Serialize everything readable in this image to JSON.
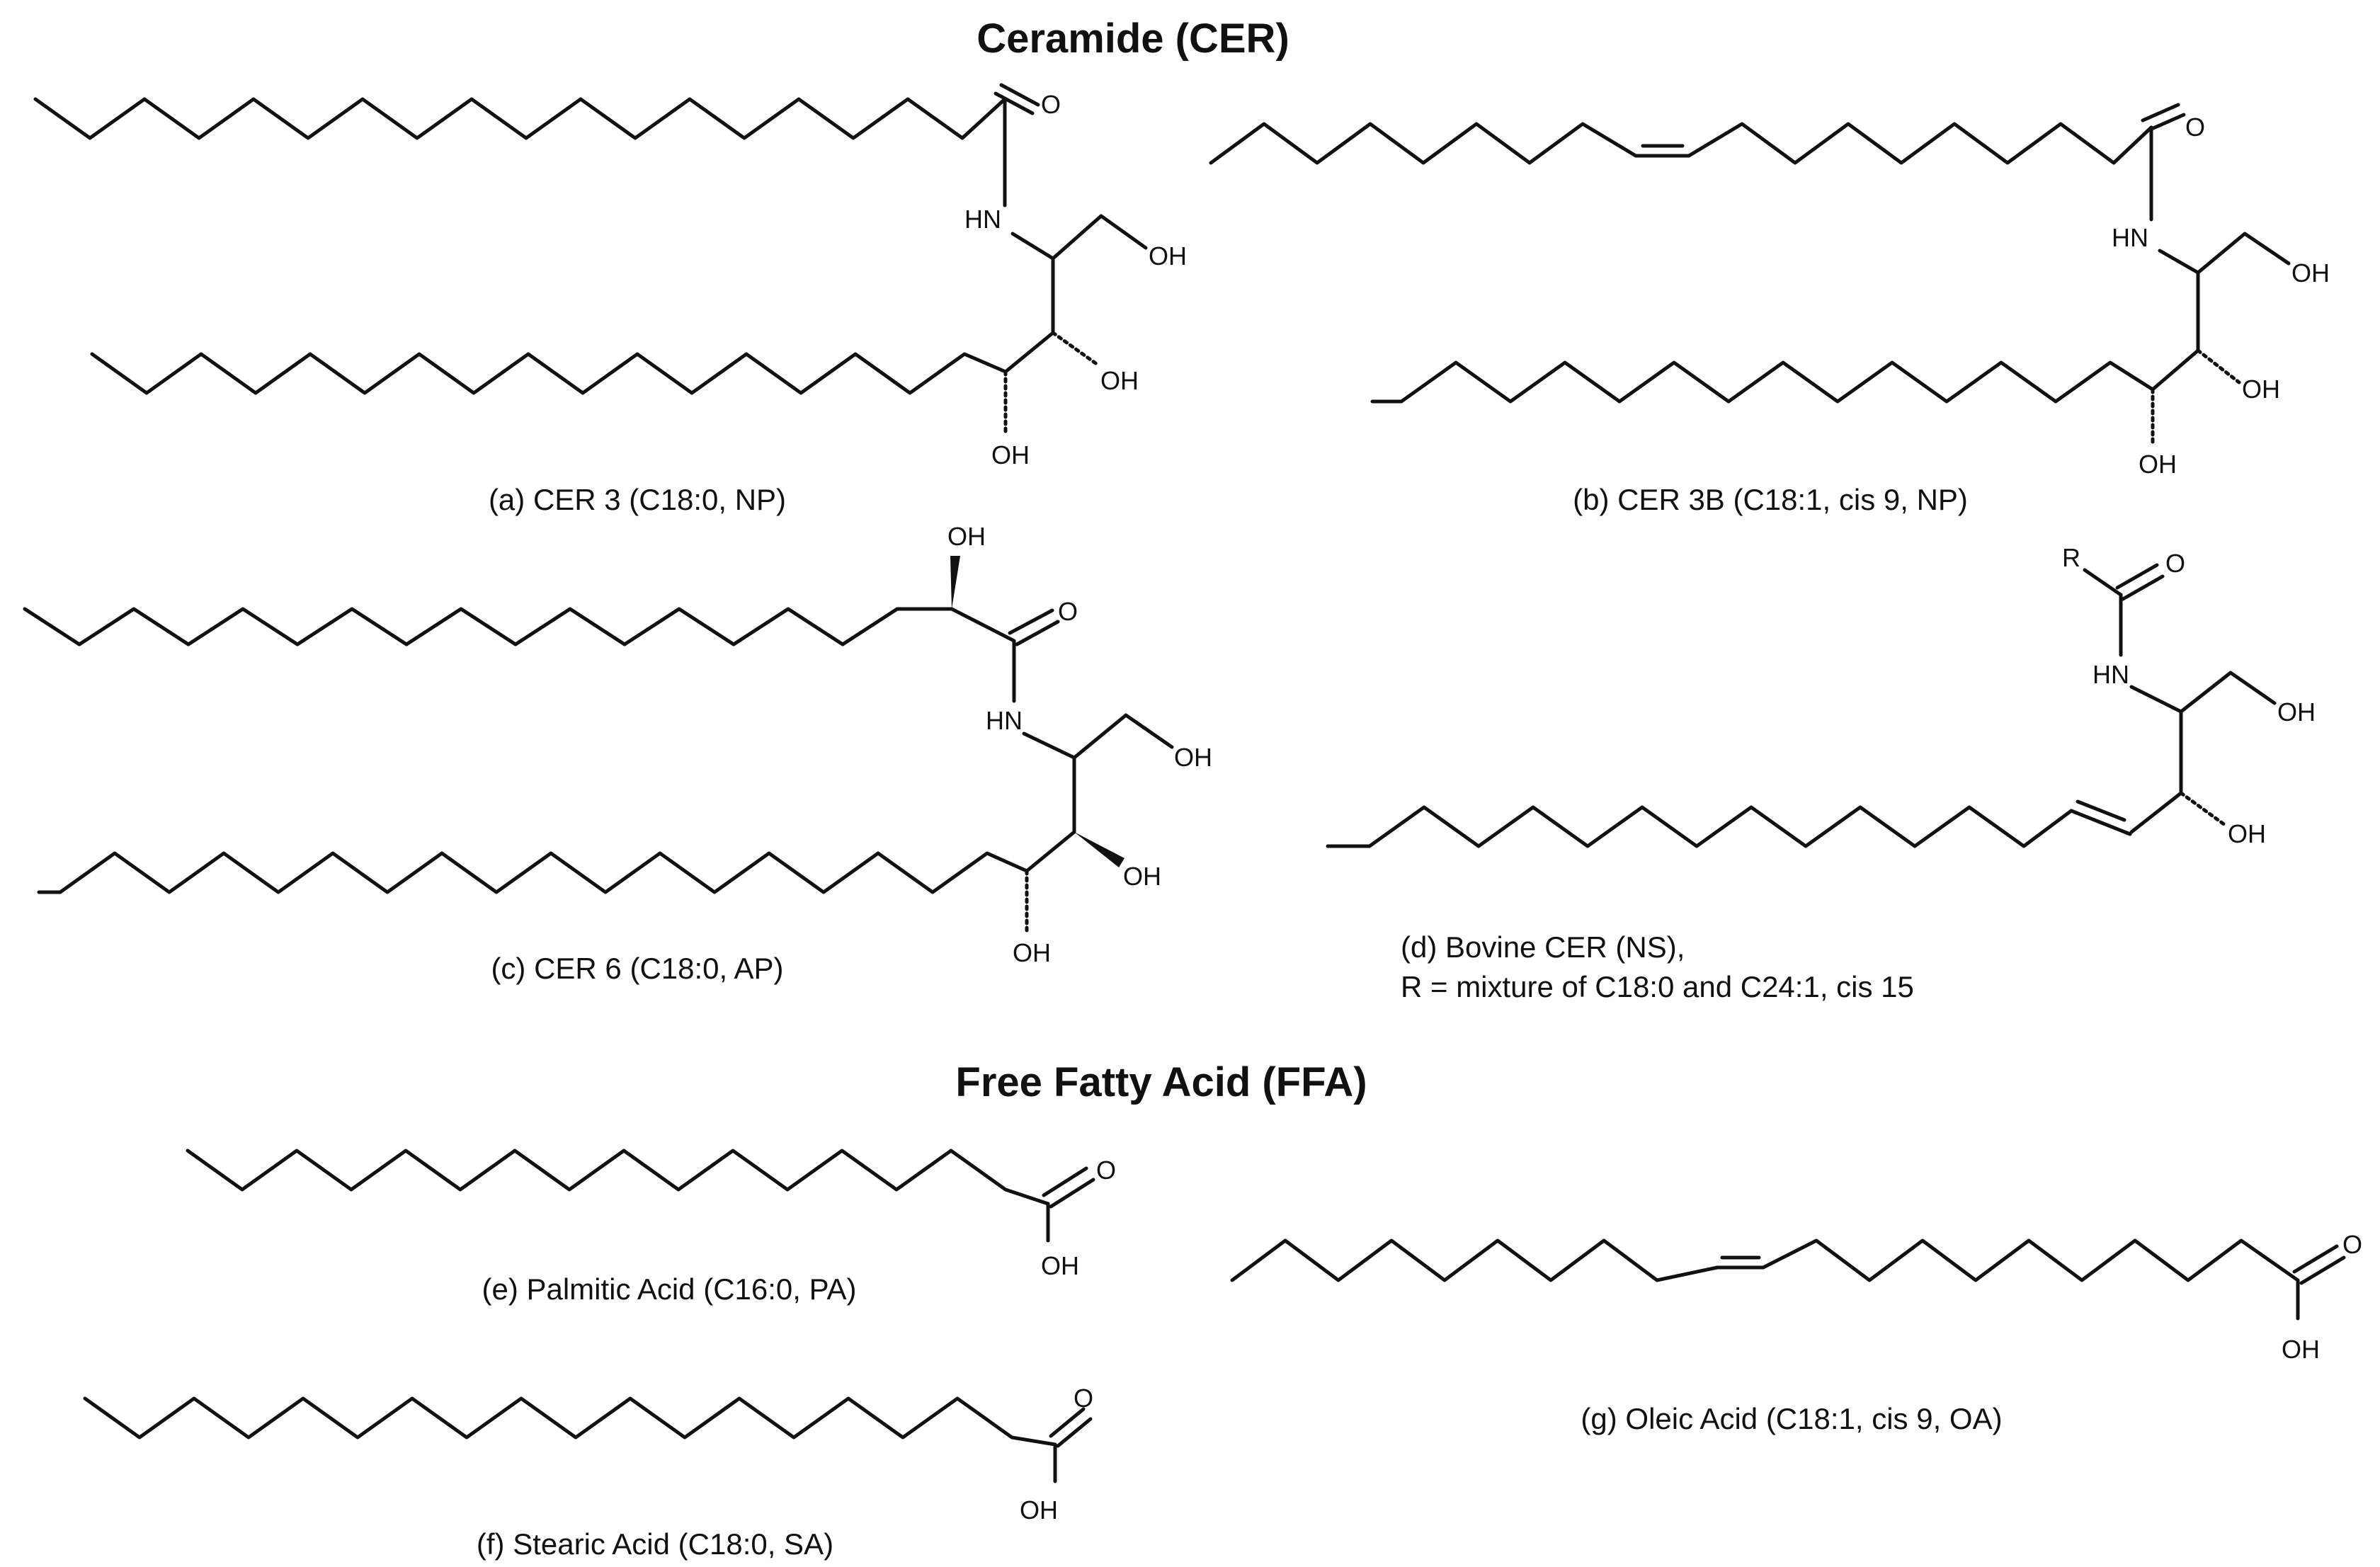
{
  "sections": {
    "ceramide_title": "Ceramide (CER)",
    "ffa_title": "Free Fatty Acid (FFA)"
  },
  "atom_labels": {
    "oxygen": "O",
    "amide": "HN",
    "hydroxyl": "OH",
    "r_group": "R"
  },
  "molecules": [
    {
      "id": "a",
      "caption": "(a) CER 3 (C18:0, NP)"
    },
    {
      "id": "b",
      "caption": "(b) CER 3B (C18:1, cis 9, NP)"
    },
    {
      "id": "c",
      "caption": "(c) CER 6 (C18:0, AP)"
    },
    {
      "id": "d",
      "caption_line1": "(d) Bovine CER (NS),",
      "caption_line2": "R = mixture of C18:0 and C24:1, cis 15"
    },
    {
      "id": "e",
      "caption": "(e) Palmitic Acid (C16:0, PA)"
    },
    {
      "id": "f",
      "caption": "(f) Stearic Acid (C18:0, SA)"
    },
    {
      "id": "g",
      "caption": "(g) Oleic Acid (C18:1, cis 9, OA)"
    }
  ],
  "colors": {
    "ink": "#111111",
    "background": "#ffffff"
  }
}
